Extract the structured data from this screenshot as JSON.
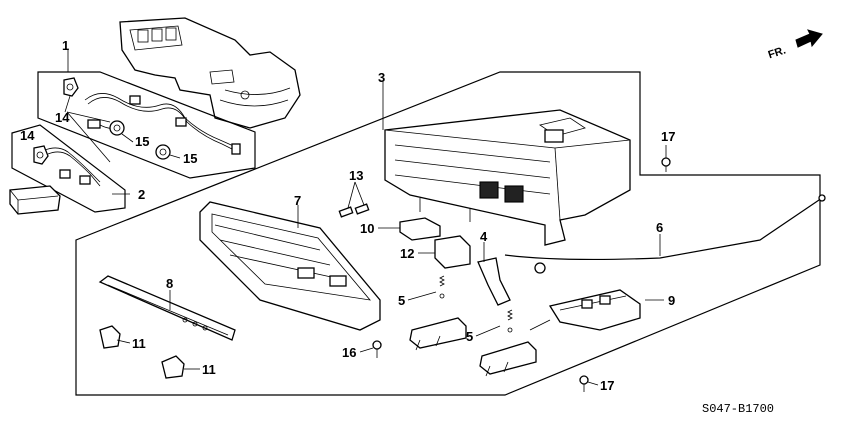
{
  "diagram": {
    "orientation_label": "FR.",
    "diagram_code": "S047-B1700",
    "callouts": {
      "c1": "1",
      "c2": "2",
      "c3": "3",
      "c4": "4",
      "c5a": "5",
      "c5b": "5",
      "c6": "6",
      "c7": "7",
      "c8": "8",
      "c9": "9",
      "c10": "10",
      "c11a": "11",
      "c11b": "11",
      "c12": "12",
      "c13": "13",
      "c14a": "14",
      "c14b": "14",
      "c15a": "15",
      "c15b": "15",
      "c16": "16",
      "c17a": "17",
      "c17b": "17"
    }
  }
}
